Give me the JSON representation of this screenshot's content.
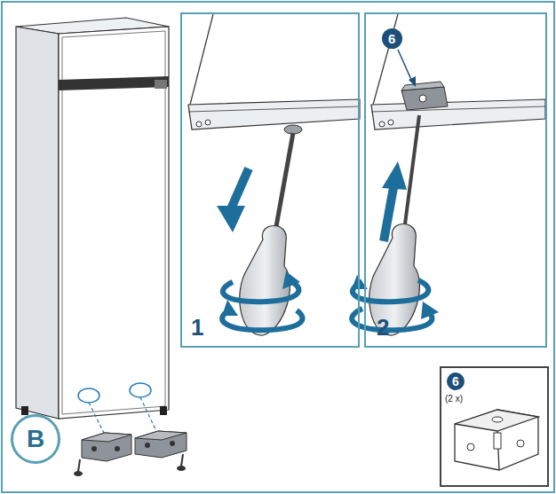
{
  "diagram": {
    "nodes": [
      {
        "text": [
          "1"
        ]
      },
      {
        "text": [
          "2"
        ]
      },
      {
        "text": [
          "B"
        ]
      },
      {
        "text": [
          "6"
        ],
        "in": 1
      },
      {
        "text": [
          "6",
          "(2 x)"
        ]
      }
    ]
  }
}
